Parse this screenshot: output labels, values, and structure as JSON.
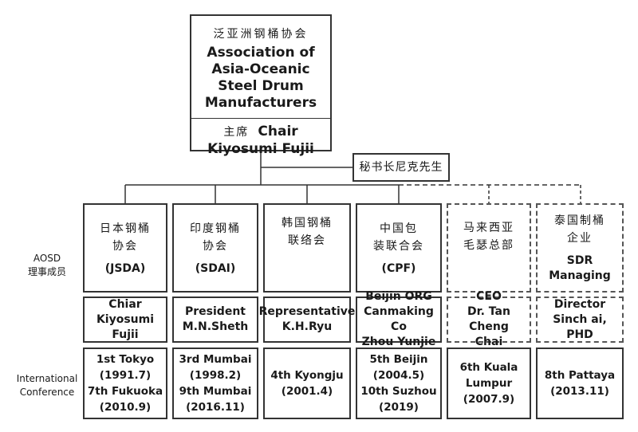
{
  "top": {
    "cn_name": "泛亚洲钢桶协会",
    "en_name": "Association of Asia-Oceanic Steel Drum Manufacturers",
    "chair_cn": "主席",
    "chair_en": "Chair",
    "chair_name": "Kiyosumi Fujii"
  },
  "secretary": "秘书长尼克先生",
  "left_labels": {
    "aosd": "AOSD",
    "members": "理事成员",
    "international": "International",
    "conference": "Conference"
  },
  "members": [
    {
      "cn1": "日本钢桶",
      "cn2": "协会",
      "abbr": "(JSDA)",
      "role": "Chiar",
      "person": "Kiyosumi Fujii",
      "conf": [
        "1st Tokyo",
        "(1991.7)",
        "7th Fukuoka",
        "(2010.9)"
      ]
    },
    {
      "cn1": "印度钢桶",
      "cn2": "协会",
      "abbr": "(SDAI)",
      "role": "President",
      "person": "M.N.Sheth",
      "conf": [
        "3rd Mumbai",
        "(1998.2)",
        "9th Mumbai",
        "(2016.11)"
      ]
    },
    {
      "cn1": "韩国钢桶",
      "cn2": "联络会",
      "abbr": "",
      "role": "Representative",
      "person": "K.H.Ryu",
      "conf": [
        "4th Kyongju",
        "(2001.4)"
      ]
    },
    {
      "cn1": "中国包",
      "cn2": "装联合会",
      "abbr": "(CPF)",
      "role": "Beijin ORG",
      "person": "Canmaking Co",
      "person2": "Zhou Yunjie",
      "conf": [
        "5th Beijin",
        "(2004.5)",
        "10th Suzhou",
        "(2019)"
      ]
    },
    {
      "cn1": "马来西亚",
      "cn2": "毛瑟总部",
      "abbr": "",
      "role": "CEO",
      "person": "Dr. Tan Cheng",
      "person2": "Chai",
      "conf": [
        "6th Kuala",
        "Lumpur",
        "(2007.9)"
      ]
    },
    {
      "cn1": "泰国制桶",
      "cn2": "企业",
      "abbr": "SDR Managing",
      "role": "Director",
      "person": "Sinch ai, PHD",
      "conf": [
        "8th Pattaya",
        "(2013.11)"
      ]
    }
  ]
}
